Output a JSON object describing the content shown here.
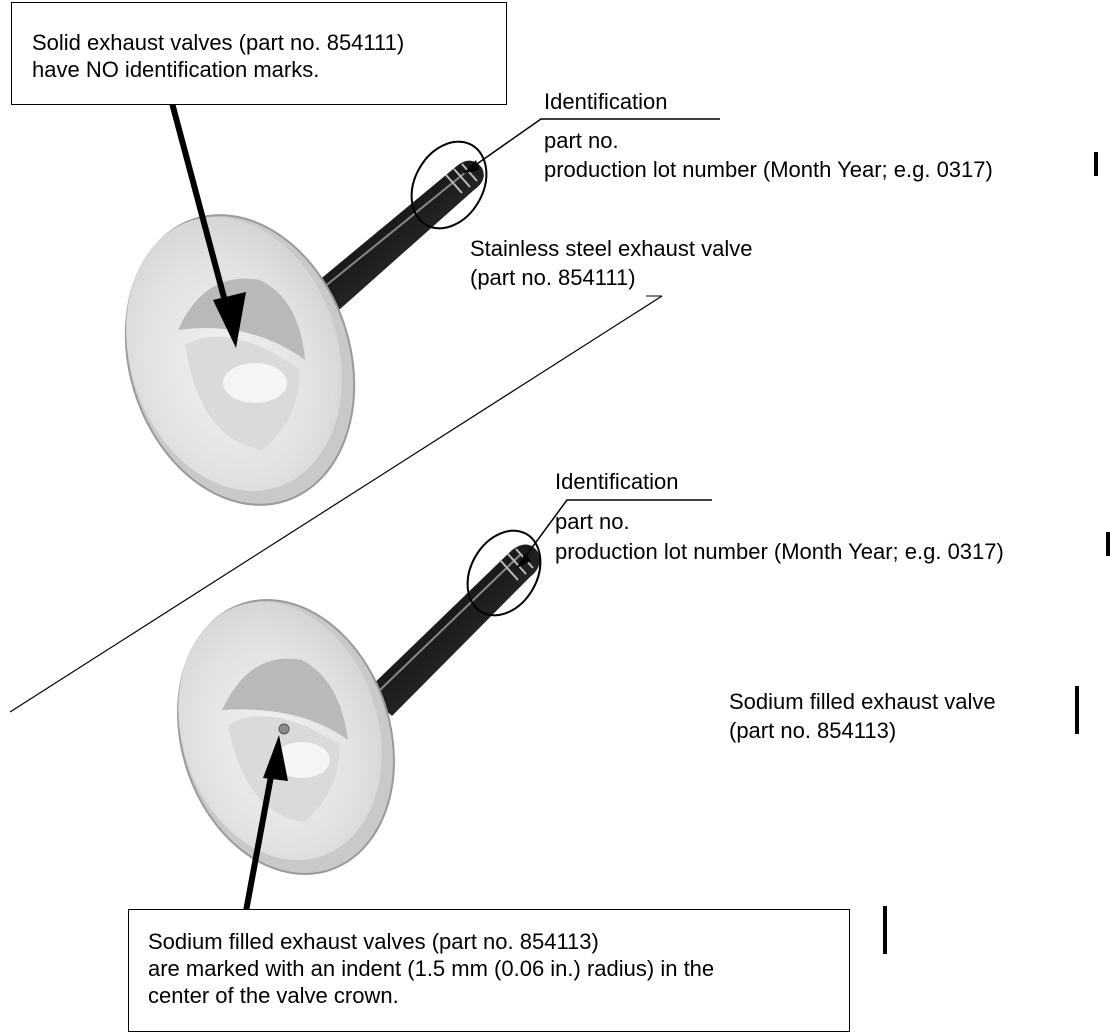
{
  "top_valve": {
    "callout_box": {
      "lines": [
        "Solid exhaust valves (part no. 854111)",
        "have NO identification marks."
      ]
    },
    "identification": {
      "heading": "Identification",
      "part_no": "part no.",
      "lot_number": "production lot number (Month Year; e.g. 0317)"
    },
    "label": {
      "line1": "Stainless steel exhaust valve",
      "line2": "(part no. 854111)"
    }
  },
  "bottom_valve": {
    "identification": {
      "heading": "Identification",
      "part_no": "part no.",
      "lot_number": "production lot number (Month Year; e.g. 0317)"
    },
    "label": {
      "line1": "Sodium filled exhaust valve",
      "line2": "(part no. 854113)"
    },
    "callout_box": {
      "lines": [
        "Sodium filled exhaust valves (part no. 854113)",
        "are marked with an indent (1.5 mm (0.06 in.) radius) in the",
        "center of the valve crown."
      ]
    }
  },
  "colors": {
    "ink": "#000000",
    "valve_face_light": "#e4e4e4",
    "valve_face_mid": "#bdbdbd",
    "valve_stem_dark": "#2a2a2a"
  }
}
